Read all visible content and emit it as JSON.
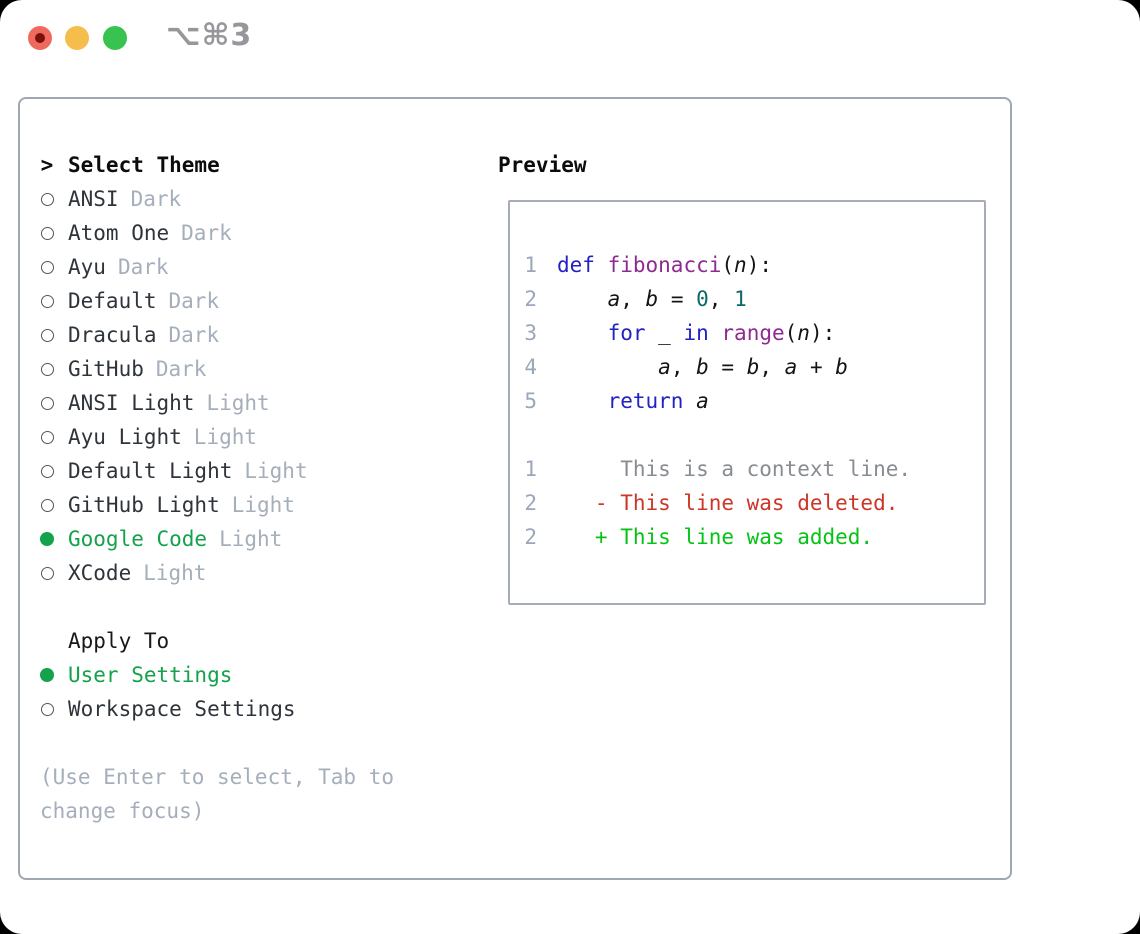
{
  "titlebar": {
    "shortcut": "⌥⌘3"
  },
  "select_theme": {
    "prompt": ">",
    "title": "Select Theme",
    "themes": [
      {
        "name": "ANSI",
        "variant": "Dark",
        "selected": false
      },
      {
        "name": "Atom One",
        "variant": "Dark",
        "selected": false
      },
      {
        "name": "Ayu",
        "variant": "Dark",
        "selected": false
      },
      {
        "name": "Default",
        "variant": "Dark",
        "selected": false
      },
      {
        "name": "Dracula",
        "variant": "Dark",
        "selected": false
      },
      {
        "name": "GitHub",
        "variant": "Dark",
        "selected": false
      },
      {
        "name": "ANSI Light",
        "variant": "Light",
        "selected": false
      },
      {
        "name": "Ayu Light",
        "variant": "Light",
        "selected": false
      },
      {
        "name": "Default Light",
        "variant": "Light",
        "selected": false
      },
      {
        "name": "GitHub Light",
        "variant": "Light",
        "selected": false
      },
      {
        "name": "Google Code",
        "variant": "Light",
        "selected": true
      },
      {
        "name": "XCode",
        "variant": "Light",
        "selected": false
      }
    ]
  },
  "apply_to": {
    "title": "Apply To",
    "options": [
      {
        "label": "User Settings",
        "selected": true
      },
      {
        "label": "Workspace Settings",
        "selected": false
      }
    ]
  },
  "help_lines": [
    "(Use Enter to select, Tab to",
    "change focus)"
  ],
  "preview": {
    "title": "Preview",
    "lines": [
      {
        "num": "1",
        "tokens": [
          {
            "t": "def",
            "s": "kw"
          },
          {
            "t": " ",
            "s": "pl"
          },
          {
            "t": "fibonacci",
            "s": "fn"
          },
          {
            "t": "(",
            "s": "pl"
          },
          {
            "t": "n",
            "s": "var"
          },
          {
            "t": "):",
            "s": "pl"
          }
        ]
      },
      {
        "num": "2",
        "tokens": [
          {
            "t": "    ",
            "s": "pl"
          },
          {
            "t": "a",
            "s": "var"
          },
          {
            "t": ", ",
            "s": "pl"
          },
          {
            "t": "b",
            "s": "var"
          },
          {
            "t": " = ",
            "s": "pl"
          },
          {
            "t": "0",
            "s": "lit"
          },
          {
            "t": ", ",
            "s": "pl"
          },
          {
            "t": "1",
            "s": "lit"
          }
        ]
      },
      {
        "num": "3",
        "tokens": [
          {
            "t": "    ",
            "s": "pl"
          },
          {
            "t": "for",
            "s": "kw"
          },
          {
            "t": " _ ",
            "s": "pl"
          },
          {
            "t": "in",
            "s": "kw"
          },
          {
            "t": " ",
            "s": "pl"
          },
          {
            "t": "range",
            "s": "fn"
          },
          {
            "t": "(",
            "s": "pl"
          },
          {
            "t": "n",
            "s": "var"
          },
          {
            "t": "):",
            "s": "pl"
          }
        ]
      },
      {
        "num": "4",
        "tokens": [
          {
            "t": "        ",
            "s": "pl"
          },
          {
            "t": "a",
            "s": "var"
          },
          {
            "t": ", ",
            "s": "pl"
          },
          {
            "t": "b",
            "s": "var"
          },
          {
            "t": " = ",
            "s": "pl"
          },
          {
            "t": "b",
            "s": "var"
          },
          {
            "t": ", ",
            "s": "pl"
          },
          {
            "t": "a",
            "s": "var"
          },
          {
            "t": " + ",
            "s": "pl"
          },
          {
            "t": "b",
            "s": "var"
          }
        ]
      },
      {
        "num": "5",
        "tokens": [
          {
            "t": "    ",
            "s": "pl"
          },
          {
            "t": "return",
            "s": "kw"
          },
          {
            "t": " ",
            "s": "pl"
          },
          {
            "t": "a",
            "s": "var"
          }
        ]
      },
      {
        "num": "",
        "tokens": []
      },
      {
        "num": "1",
        "tokens": [
          {
            "t": "     This is a context line.",
            "s": "ctx"
          }
        ]
      },
      {
        "num": "2",
        "tokens": [
          {
            "t": "   - This line was deleted.",
            "s": "del"
          }
        ]
      },
      {
        "num": "2",
        "tokens": [
          {
            "t": "   + This line was added.",
            "s": "add"
          }
        ]
      }
    ]
  },
  "colors": {
    "selected_green": "#14a24a",
    "added_green": "#05c315",
    "deleted_red": "#cd3626",
    "keyword_blue": "#2222c2",
    "function_purple": "#8e2a92",
    "literal_teal": "#0a6a6a",
    "muted_gray": "#a5aebb",
    "line_number_gray": "#9aa7ba",
    "panel_border": "#9fa8b2",
    "traffic_red": "#ef6a5e",
    "traffic_yellow": "#f5bd4b",
    "traffic_green": "#38c24f"
  }
}
